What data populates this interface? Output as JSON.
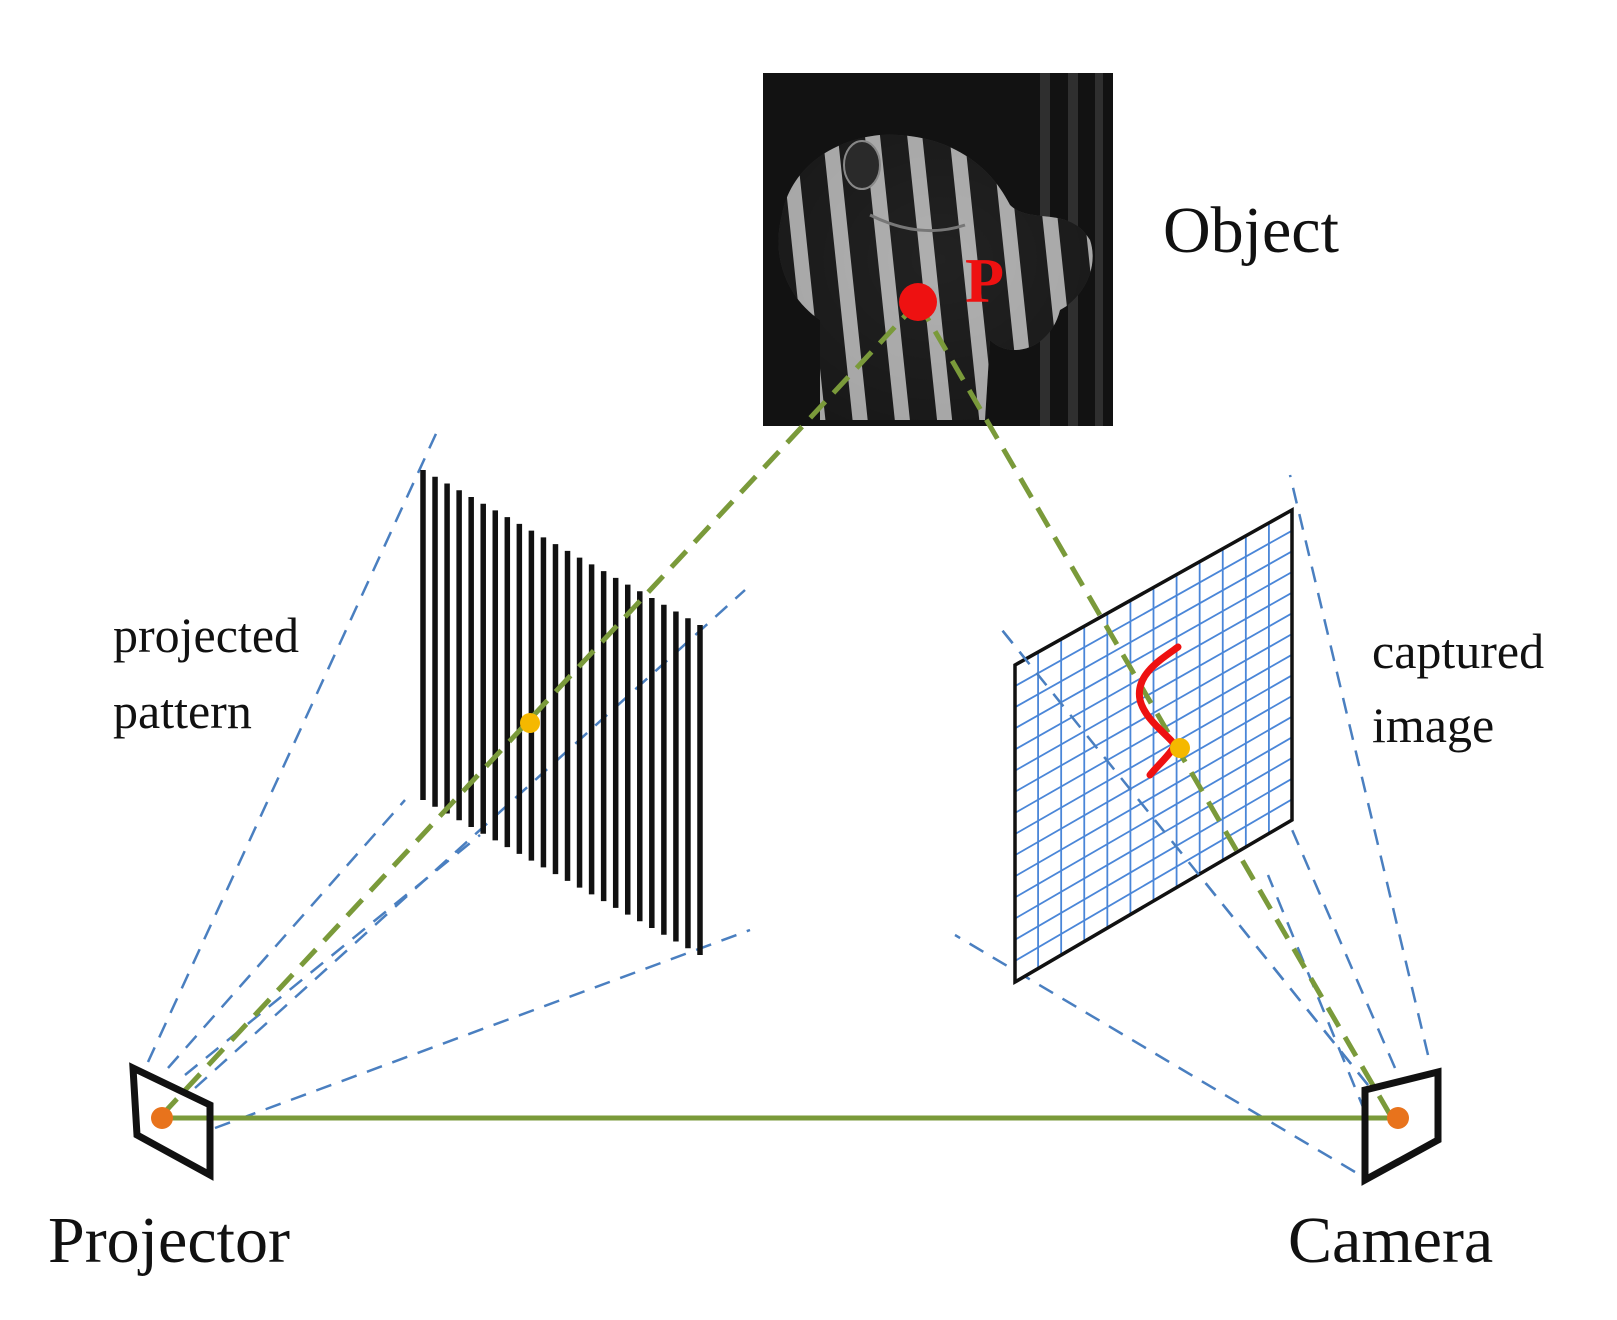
{
  "labels": {
    "object": "Object",
    "point": "P",
    "projected_line1": "projected",
    "projected_line2": "pattern",
    "captured_line1": "captured",
    "captured_line2": "image",
    "projector": "Projector",
    "camera": "Camera"
  },
  "colors": {
    "frustum_dash": "#4a7fc0",
    "ray_green": "#7a9a3a",
    "baseline_green": "#7a9a3a",
    "point_red": "#ee1111",
    "corresponding_point": "#f5b800",
    "optical_center": "#e8731c",
    "grid_blue": "#4a86d8",
    "frame": "#111111",
    "object_background": "#1a1a1a"
  },
  "icons": {
    "projector": "projector-icon",
    "camera": "camera-icon",
    "object": "striped-object-image"
  }
}
